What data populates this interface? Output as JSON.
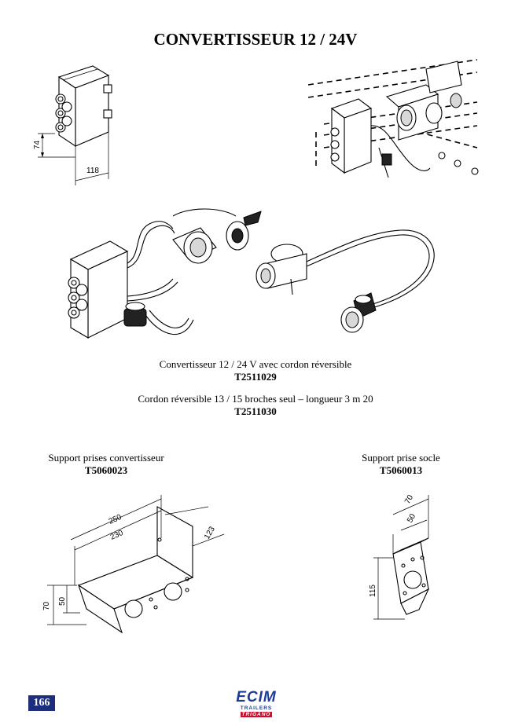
{
  "page": {
    "title": "CONVERTISSEUR 12 / 24V",
    "page_number": "166"
  },
  "product_main": {
    "description": "Convertisseur 12 / 24 V avec cordon réversible",
    "code": "T2511029"
  },
  "product_cord": {
    "description": "Cordon réversible 13 / 15 broches seul – longueur 3 m 20",
    "code": "T2511030"
  },
  "support_converter": {
    "label": "Support prises convertisseur",
    "code": "T5060023",
    "dims": {
      "length_outer": "250",
      "length_inner": "230",
      "depth": "123",
      "height_outer": "70",
      "height_inner": "50"
    }
  },
  "support_socket": {
    "label": "Support prise socle",
    "code": "T5060013",
    "dims": {
      "width_outer": "70",
      "width_inner": "50",
      "height": "115"
    }
  },
  "converter_dims": {
    "height": "74",
    "width": "118"
  },
  "logo": {
    "main": "ECIM",
    "sub_left": "TRAILERS",
    "sub_right": "TRIGANO"
  }
}
